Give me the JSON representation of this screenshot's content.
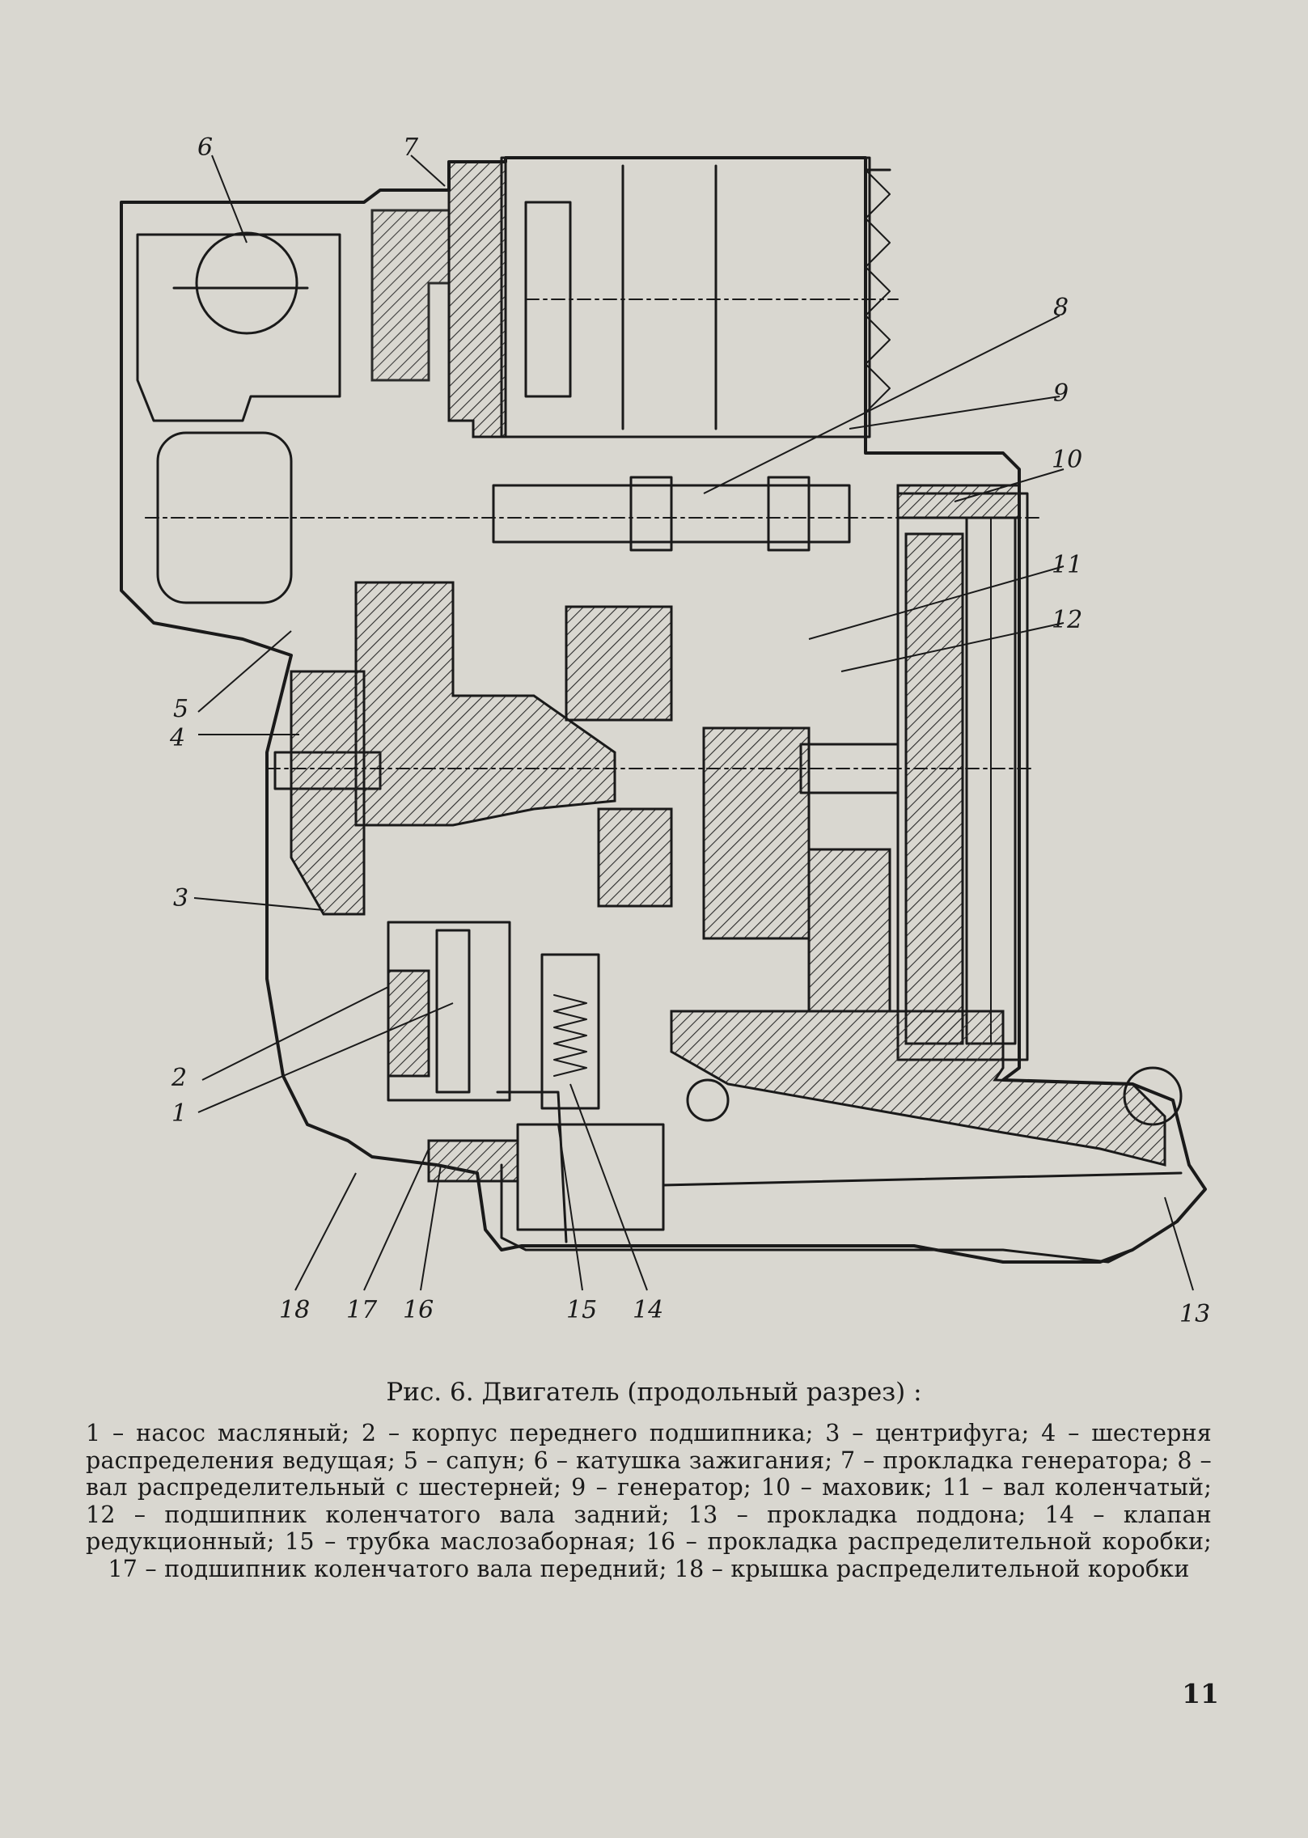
{
  "callouts": [
    "1",
    "2",
    "3",
    "4",
    "5",
    "6",
    "7",
    "8",
    "9",
    "10",
    "11",
    "12",
    "13",
    "14",
    "15",
    "16",
    "17",
    "18"
  ],
  "figure": {
    "caption_title": "Рис. 6. Двигатель (продольный разрез) :",
    "legend": "1 – насос масляный; 2 – корпус переднего подшипника; 3 – центрифуга; 4 – шестерня распределения ведущая; 5 – сапун; 6 – катушка зажигания; 7 – прокладка генератора; 8 – вал распределительный с шестерней; 9 – генератор; 10 – маховик; 11 – вал коленчатый; 12 – подшипник коленчатого вала задний; 13 – прокладка поддона; 14 – клапан редукционный; 15 – трубка маслозаборная; 16 – прокладка распределительной коробки; 17 – подшипник коленчатого вала передний; 18 – крышка распределительной коробки"
  },
  "page_number": "11",
  "colors": {
    "paper": "#d9d7d0",
    "ink": "#1a1a1a"
  }
}
